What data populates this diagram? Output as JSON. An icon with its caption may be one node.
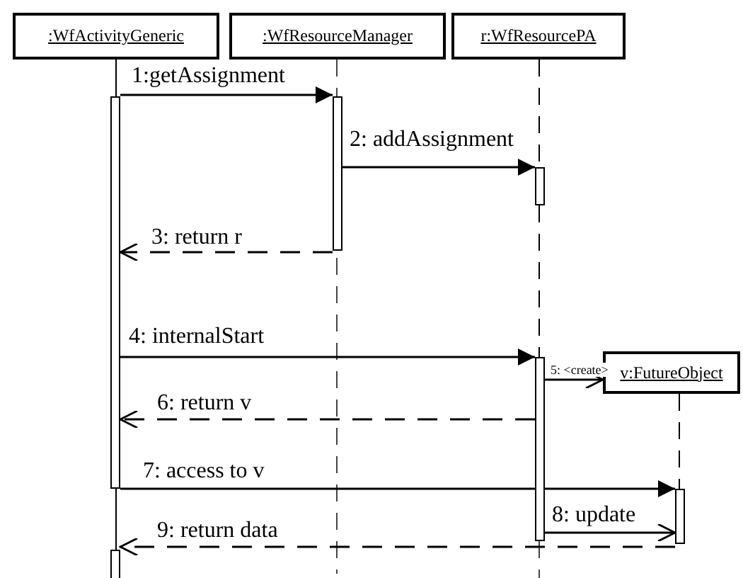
{
  "diagram": {
    "nodes": [
      {
        "text": [
          ":WfActivityGeneric"
        ]
      },
      {
        "text": [
          ":WfResourceManager"
        ]
      },
      {
        "text": [
          "r:WfResourcePA"
        ]
      },
      {
        "text": [
          "v:FutureObject"
        ]
      },
      {
        "text": [],
        "shape": "bar"
      },
      {
        "text": [],
        "shape": "bar"
      },
      {
        "text": [],
        "shape": "bar"
      },
      {
        "text": [],
        "shape": "bar"
      },
      {
        "text": [],
        "shape": "bar"
      },
      {
        "text": [],
        "shape": "bar"
      }
    ],
    "edges": [
      {
        "from": 4,
        "to": 5,
        "arrow": "to",
        "label": "1:getAssignment"
      },
      {
        "from": 5,
        "to": 6,
        "arrow": "to",
        "label": "2: addAssignment"
      },
      {
        "from": 5,
        "to": 4,
        "arrow": "to",
        "label": "3: return r",
        "style": "dashed"
      },
      {
        "from": 4,
        "to": 7,
        "arrow": "to",
        "label": "4: internalStart"
      },
      {
        "from": 7,
        "to": 3,
        "arrow": "to",
        "label": "5: <create>"
      },
      {
        "from": 7,
        "to": 4,
        "arrow": "to",
        "label": "6: return v",
        "style": "dashed"
      },
      {
        "from": 4,
        "to": 8,
        "arrow": "to",
        "label": "7: access to v"
      },
      {
        "from": 7,
        "to": 8,
        "arrow": "to",
        "label": "8: update"
      },
      {
        "from": 8,
        "to": 9,
        "arrow": "to",
        "label": "9: return data",
        "style": "dashed"
      },
      {
        "from": 0,
        "to": 4,
        "arrow": "none"
      },
      {
        "from": 4,
        "to": 9,
        "arrow": "none"
      },
      {
        "from": 2,
        "to": 6,
        "arrow": "none",
        "style": "dashed"
      },
      {
        "from": 6,
        "to": 7,
        "arrow": "none",
        "style": "dashed"
      },
      {
        "from": 3,
        "to": 8,
        "arrow": "none",
        "style": "dashed"
      }
    ]
  }
}
